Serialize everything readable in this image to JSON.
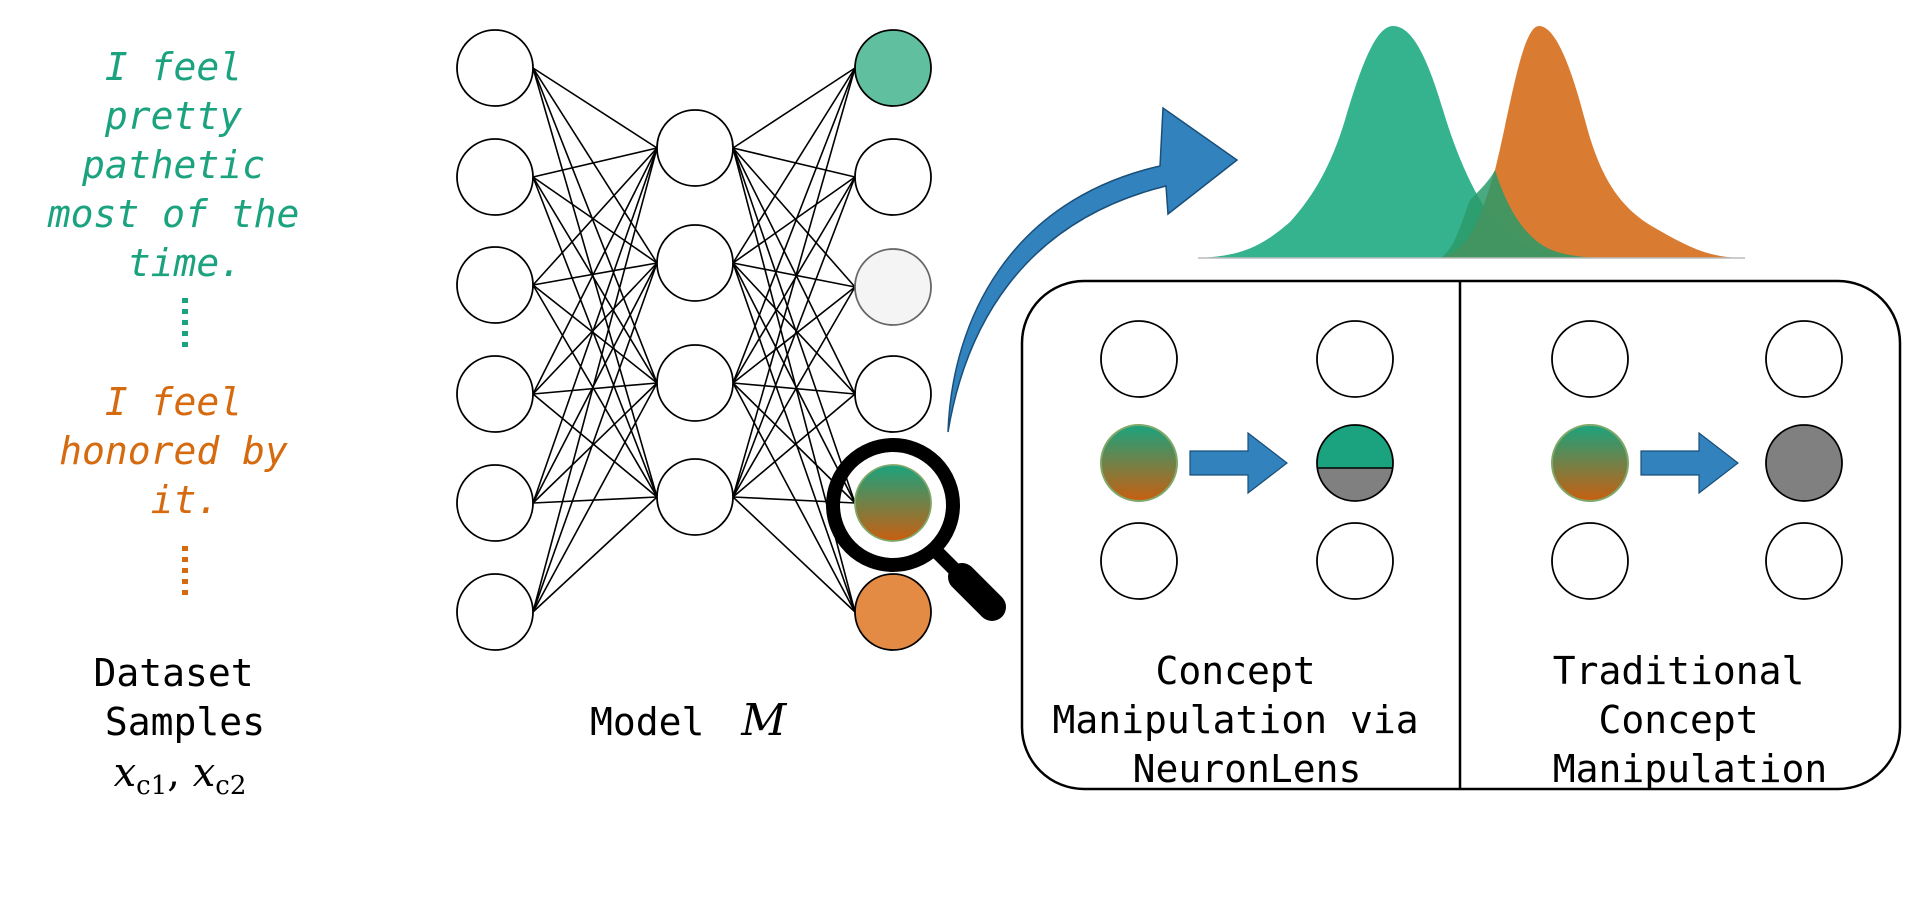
{
  "samples": {
    "sample1_lines": [
      "I feel",
      "pretty",
      "pathetic",
      "most of the",
      "time."
    ],
    "sample2_lines": [
      "I feel",
      "honored by",
      "it."
    ],
    "label_lines": [
      "Dataset",
      "Samples"
    ],
    "math_label": "x_c1, x_c2"
  },
  "model": {
    "label": "Model",
    "symbol": "M",
    "layers": [
      6,
      4,
      6
    ]
  },
  "panels": {
    "left_title_lines": [
      "Concept",
      "Manipulation via",
      "NeuronLens"
    ],
    "right_title_lines": [
      "Traditional",
      "Concept",
      "Manipulation"
    ]
  },
  "colors": {
    "concept1": "#1aa37e",
    "concept2": "#d56a0f",
    "arrow": "#3182bd",
    "neutral": "#808080",
    "highlight_neuron": "#5fbf9f",
    "light_neuron": "#f4f4f4",
    "concept2_neuron": "#e38a45",
    "dist_green": "#24ad84",
    "dist_orange": "#d6711f"
  },
  "icons": {
    "magnifier": "magnifier-icon",
    "arrow": "arrow-right-icon"
  }
}
